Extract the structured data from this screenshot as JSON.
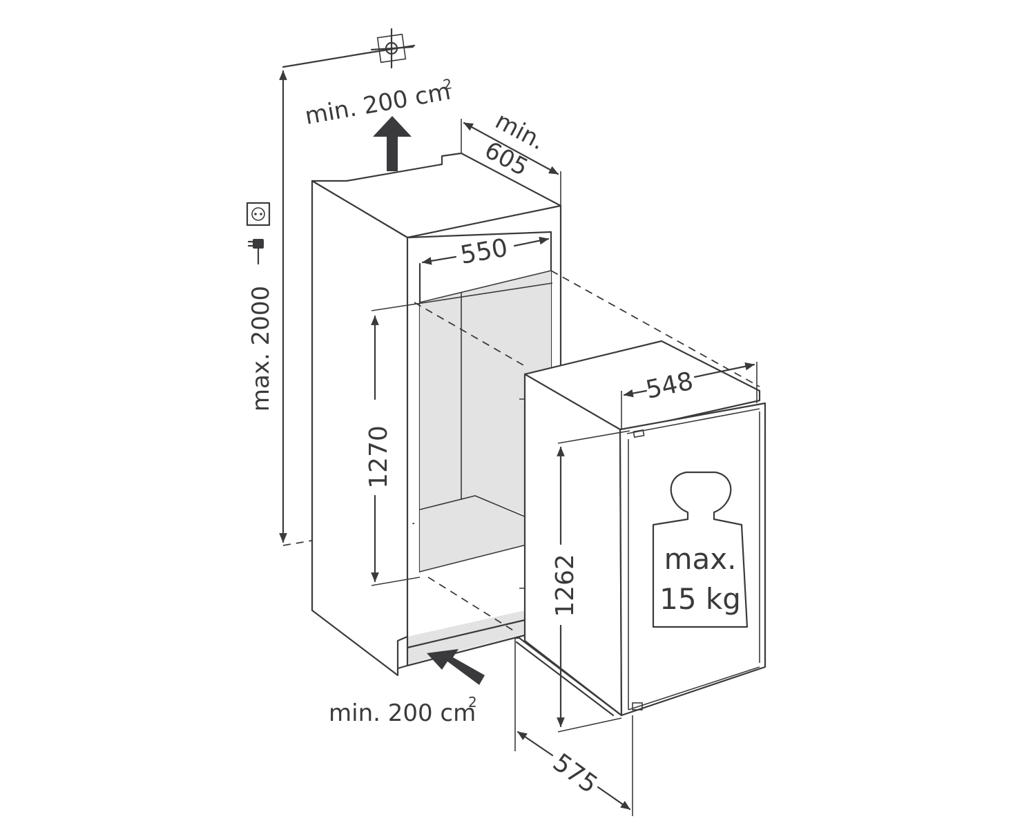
{
  "diagram": {
    "vent_top": {
      "label": "min. 200 cm",
      "superscript": "2"
    },
    "vent_bottom": {
      "label": "min. 200 cm",
      "superscript": "2"
    },
    "niche_depth": {
      "label_line1": "min.",
      "label_line2": "605"
    },
    "niche_width": "550",
    "niche_height": "1270",
    "total_height": "max. 2000",
    "appliance_width": "548",
    "appliance_height": "1262",
    "appliance_depth": "575",
    "door_load": {
      "line1": "max.",
      "line2": "15 kg"
    },
    "icons": [
      "crosshair-level-icon",
      "power-socket-icon",
      "power-plug-icon",
      "weight-icon"
    ],
    "colors": {
      "line": "#3a3a3c",
      "niche_fill": "#e3e3e4"
    }
  }
}
